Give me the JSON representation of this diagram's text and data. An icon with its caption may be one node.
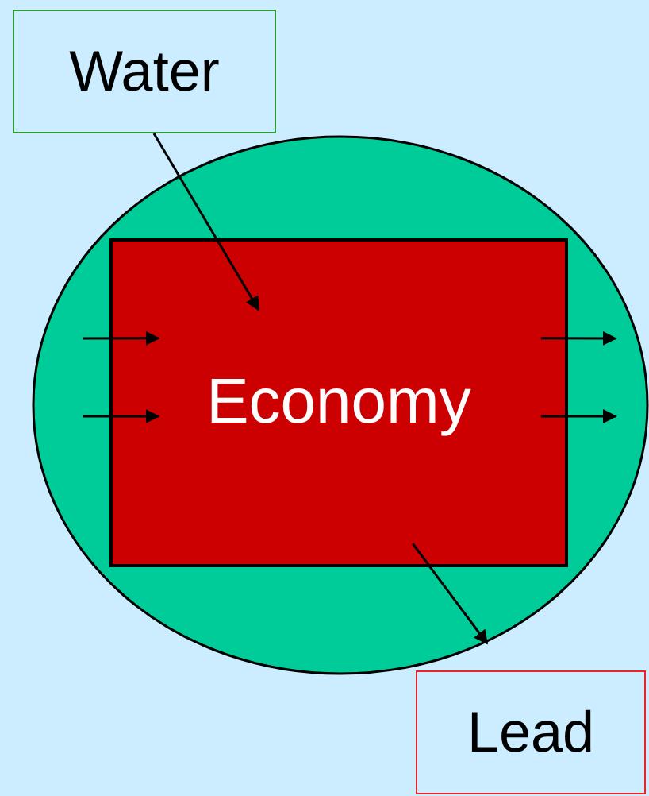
{
  "diagram": {
    "nodes": [
      {
        "text": [
          "Water"
        ]
      },
      {
        "text": [],
        "shape": "ellipse"
      },
      {
        "text": [
          "Economy"
        ],
        "in": 1
      },
      {
        "text": [
          "Lead"
        ]
      }
    ],
    "edges": [
      {
        "from": 0,
        "to": 2,
        "arrow": "to"
      },
      {
        "from": null,
        "to": 2,
        "arrow": "to"
      },
      {
        "from": null,
        "to": 2,
        "arrow": "to"
      },
      {
        "from": 2,
        "to": null,
        "arrow": "to"
      },
      {
        "from": 2,
        "to": null,
        "arrow": "to"
      },
      {
        "from": 2,
        "to": 3,
        "arrow": "to"
      }
    ]
  }
}
